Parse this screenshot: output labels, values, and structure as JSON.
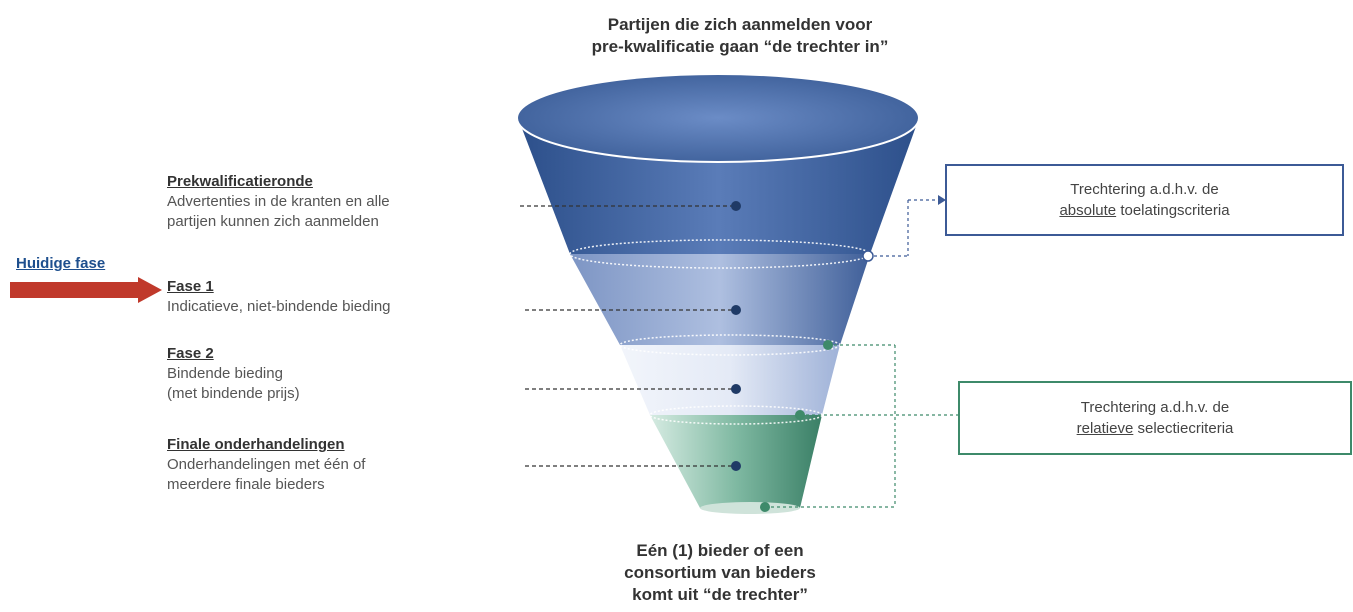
{
  "top_caption": {
    "line1": "Partijen die zich aanmelden voor",
    "line2": "pre-kwalificatie gaan “de trechter in”"
  },
  "bottom_caption": {
    "line1": "Eén (1) bieder of een",
    "line2": "consortium van bieders",
    "line3": "komt uit “de trechter”"
  },
  "current_phase": {
    "label": "Huidige fase",
    "arrow_color": "#c0392b"
  },
  "stages": [
    {
      "title": "Prekwalificatieronde",
      "lines": [
        "Advertenties in de kranten en alle",
        "partijen kunnen zich aanmelden"
      ]
    },
    {
      "title": "Fase 1",
      "lines": [
        "Indicatieve, niet-bindende bieding"
      ]
    },
    {
      "title": "Fase 2",
      "lines": [
        "Bindende bieding",
        "(met bindende prijs)"
      ]
    },
    {
      "title": "Finale onderhandelingen",
      "lines": [
        "Onderhandelingen met één of",
        "meerdere finale bieders"
      ]
    }
  ],
  "boxes": {
    "absolute": {
      "line1": "Trechtering a.d.h.v. de",
      "underlined": "absolute",
      "rest": " toelatingscriteria",
      "border_color": "#3c5a96"
    },
    "relative": {
      "line1": "Trechtering a.d.h.v. de",
      "underlined": "relatieve",
      "rest": " selectiecriteria",
      "border_color": "#3e8a6a"
    }
  },
  "colors": {
    "funnel_top": "#3e5f9a",
    "funnel_mid": "#8fa6d0",
    "funnel_light": "#dce5f4",
    "funnel_bottom": "#3f8a70"
  }
}
